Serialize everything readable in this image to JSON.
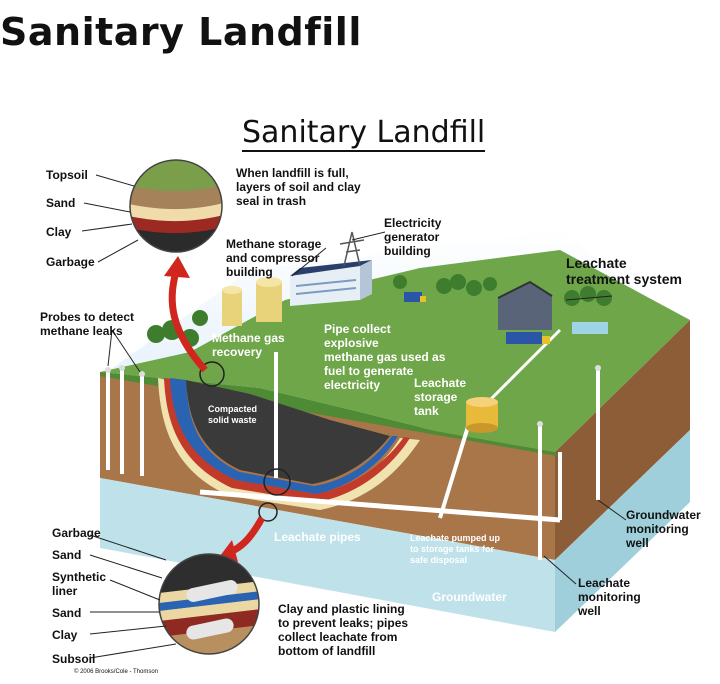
{
  "page_title": "Sanitary Landfill",
  "figure_title": "Sanitary Landfill",
  "top_inset_labels": [
    "Topsoil",
    "Sand",
    "Clay",
    "Garbage"
  ],
  "top_inset_note": "When landfill is full,\nlayers of soil and clay\nseal in trash",
  "methane_building": "Methane storage\nand compressor\nbuilding",
  "electricity_building": "Electricity\ngenerator\nbuilding",
  "leachate_treatment": "Leachate\ntreatment system",
  "probes": "Probes to detect\nmethane leaks",
  "methane_recovery": "Methane gas\nrecovery",
  "pipe_collect": "Pipe collect\nexplosive\nmethane gas used as\nfuel to generate\nelectricity",
  "leachate_tank": "Leachate\nstorage\ntank",
  "compacted_waste": "Compacted\nsolid waste",
  "leachate_pipes": "Leachate pipes",
  "leachate_pumped": "Leachate pumped up\nto storage tanks for\nsafe disposal",
  "groundwater": "Groundwater",
  "groundwater_well": "Groundwater\nmonitoring\nwell",
  "leachate_well": "Leachate\nmonitoring\nwell",
  "bottom_inset_labels": [
    "Garbage",
    "Sand",
    "Synthetic\nliner",
    "Sand",
    "Clay",
    "Subsoil"
  ],
  "bottom_inset_note": "Clay and plastic lining\nto prevent leaks; pipes\ncollect leachate from\nbottom of landfill",
  "copyright": "© 2006 Brooks/Cole - Thomson"
}
